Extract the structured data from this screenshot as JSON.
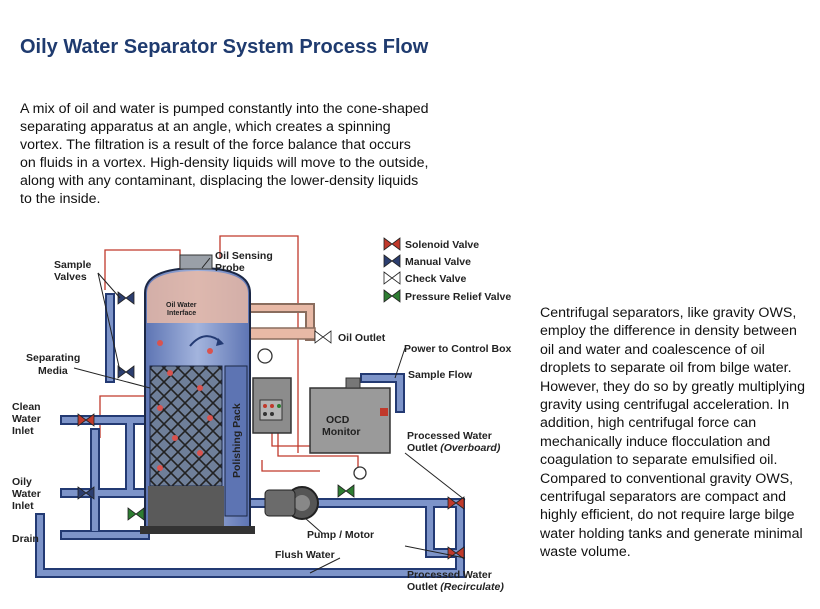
{
  "title": "Oily Water Separator System Process Flow",
  "intro": "A mix of oil and water is pumped constantly into the cone-shaped\nseparating apparatus at an angle, which creates a spinning\nvortex.  The filtration is a result of the force balance that occurs\non fluids in a vortex.  High-density liquids will move to the outside,\nalong with any contaminant, displacing the lower-density liquids\nto the inside.",
  "side_text": "Centrifugal separators, like gravity OWS, employ the difference in density between oil and water and coalescence of oil droplets to separate oil from bilge water. However, they do so by greatly multiplying gravity using centrifugal acceleration. In addition, high centrifugal force can mechanically induce flocculation and coagulation to separate emulsified oil. Compared to conventional gravity OWS, centrifugal separators are compact and highly efficient, do not require large bilge water holding tanks and generate minimal waste volume.",
  "legend": {
    "solenoid": "Solenoid Valve",
    "manual": "Manual Valve",
    "check": "Check Valve",
    "relief": "Pressure Relief Valve"
  },
  "labels": {
    "sample_valves_1": "Sample",
    "sample_valves_2": "Valves",
    "oil_sensing_1": "Oil Sensing",
    "oil_sensing_2": "Probe",
    "oil_water_1": "Oil Water",
    "oil_water_2": "Interface",
    "oil_outlet": "Oil Outlet",
    "power": "Power to Control Box",
    "sample_flow": "Sample Flow",
    "separating_1": "Separating",
    "separating_2": "Media",
    "clean_1": "Clean",
    "clean_2": "Water",
    "clean_3": "Inlet",
    "oily_1": "Oily",
    "oily_2": "Water",
    "oily_3": "Inlet",
    "drain": "Drain",
    "polishing": "Polishing Pack",
    "ocd_1": "OCD",
    "ocd_2": "Monitor",
    "processed_over_1": "Processed Water",
    "processed_over_2": "Outlet ",
    "processed_over_3": "(Overboard)",
    "pump": "Pump / Motor",
    "flush": "Flush Water",
    "processed_rec_1": "Processed Water",
    "processed_rec_2": "Outlet ",
    "processed_rec_3": "(Recirculate)"
  },
  "colors": {
    "title": "#1f3b6f",
    "pipe": "#7d94c9",
    "pipe_dark": "#233a73",
    "wire": "#c0392b",
    "oil": "#e8b9a6",
    "water": "#7f98cf"
  }
}
